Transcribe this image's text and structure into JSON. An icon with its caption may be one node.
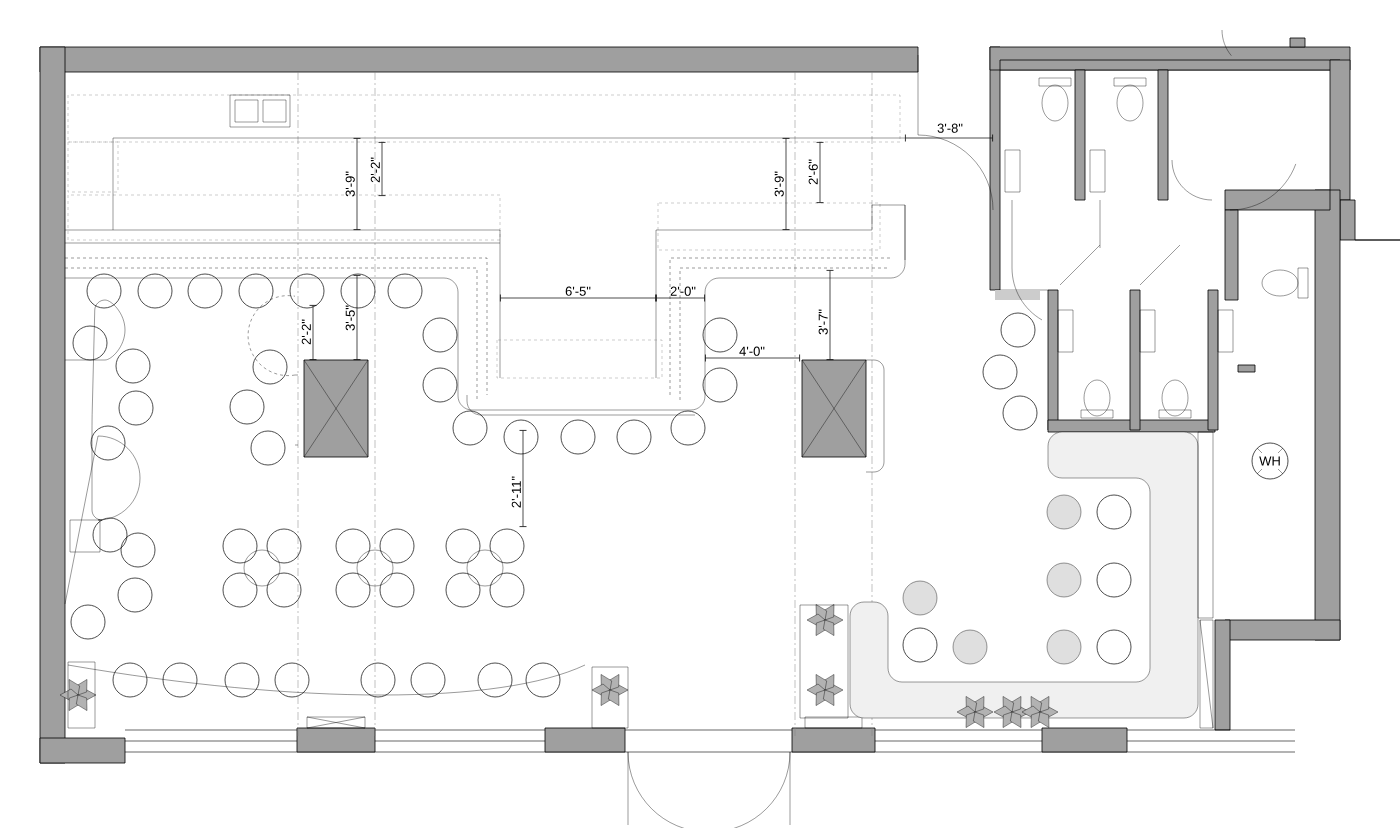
{
  "diagram": {
    "nodes": [
      {
        "text": [
          "WH"
        ]
      }
    ],
    "labels": [
      "3'-8\"",
      "3'-9\"",
      "2'-2\"",
      "3'-9\"",
      "2'-6\"",
      "6'-5\"",
      "2'-0\"",
      "2'-2\"",
      "3'-5\"",
      "3'-7\"",
      "4'-0\"",
      "2'-11\""
    ]
  }
}
